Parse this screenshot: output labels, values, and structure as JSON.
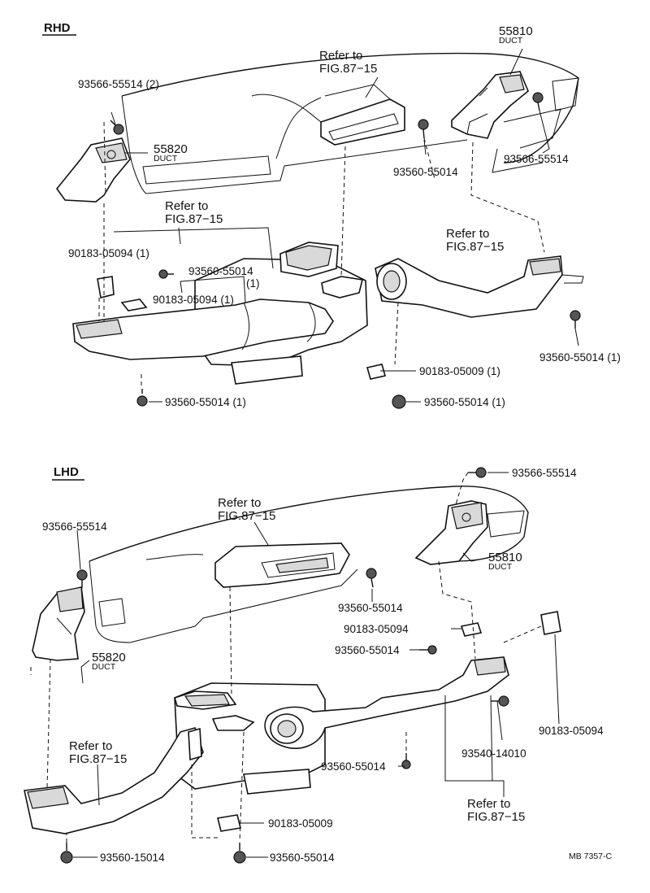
{
  "rhd": {
    "section_label": "RHD",
    "refer_top": [
      "Refer to",
      "FIG.87−15"
    ],
    "refer_left": [
      "Refer to",
      "FIG.87−15"
    ],
    "refer_right": [
      "Refer to",
      "FIG.87−15"
    ],
    "duct_right": {
      "number": "55810",
      "name": "DUCT"
    },
    "duct_left": {
      "number": "55820",
      "name": "DUCT"
    },
    "screw_top_left": "93566-55514 (2)",
    "screw_top_right": "93566-55514",
    "screw_center": "93560-55014",
    "clip_left_top": "90183-05094 (1)",
    "screw_mid": "93560-55014",
    "screw_mid_qty": "(1)",
    "clip_mid": "90183-05094 (1)",
    "screw_bottom_left": "93560-55014 (1)",
    "clip_bottom_right": "90183-05009 (1)",
    "screw_bottom_right": "93560-55014 (1)",
    "screw_right_side": "93560-55014 (1)"
  },
  "lhd": {
    "section_label": "LHD",
    "refer_top": [
      "Refer to",
      "FIG.87−15"
    ],
    "refer_left": [
      "Refer to",
      "FIG.87−15"
    ],
    "refer_bottom": [
      "Refer to",
      "FIG.87−15"
    ],
    "screw_top_right": "93566-55514",
    "screw_top_left": "93566-55514",
    "duct_right": {
      "number": "55810",
      "name": "DUCT"
    },
    "duct_left": {
      "number": "55820",
      "name": "DUCT"
    },
    "screw_center": "93560-55014",
    "clip_center": "90183-05094",
    "screw_mid": "93560-55014",
    "clip_right": "90183-05094",
    "bolt_right": "93540-14010",
    "screw_lower": "93560-55014",
    "clip_bottom": "90183-05009",
    "screw_bottom_left": "93560-15014",
    "screw_bottom_center": "93560-55014"
  },
  "footer_code": "MB  7357-C"
}
